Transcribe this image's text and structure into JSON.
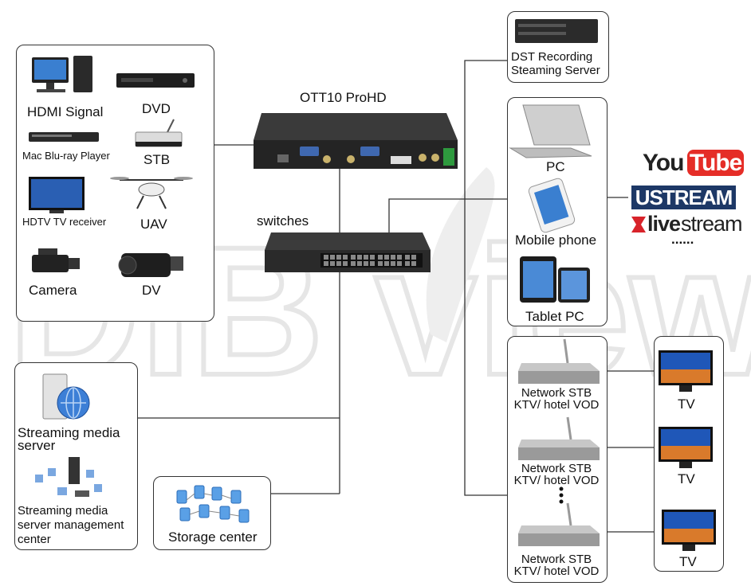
{
  "title": "OTT10 ProHD",
  "switch_label": "switches",
  "sources": {
    "hdmi": "HDMI Signal",
    "dvd": "DVD",
    "bluray": "Mac Blu-ray Player",
    "stb": "STB",
    "hdtv": "HDTV TV receiver",
    "uav": "UAV",
    "camera": "Camera",
    "dv": "DV"
  },
  "recording_server": {
    "line1": "DST Recording",
    "line2": "Steaming Server"
  },
  "clients": {
    "pc": "PC",
    "mobile": "Mobile phone",
    "tablet": "Tablet PC"
  },
  "platforms": {
    "youtube_you": "You",
    "youtube_tube": "Tube",
    "ustream": "USTREAM",
    "livestream_live": "live",
    "livestream_stream": "stream",
    "more": "......"
  },
  "stb_label": {
    "line1": "Network STB",
    "line2": "KTV/ hotel VOD"
  },
  "tv_label": "TV",
  "streaming": {
    "server_line1": "Streaming media",
    "server_line2": "server",
    "mgmt_line1": "Streaming media",
    "mgmt_line2": "server management",
    "mgmt_line3": "center"
  },
  "storage": "Storage center",
  "watermark": "DIB view",
  "colors": {
    "youtube_red": "#e52d27",
    "ustream_bg": "#1d3866",
    "livestream_red": "#d8232a",
    "device_dark": "#2a2a2a",
    "tv_screen": "#1f57b8"
  }
}
